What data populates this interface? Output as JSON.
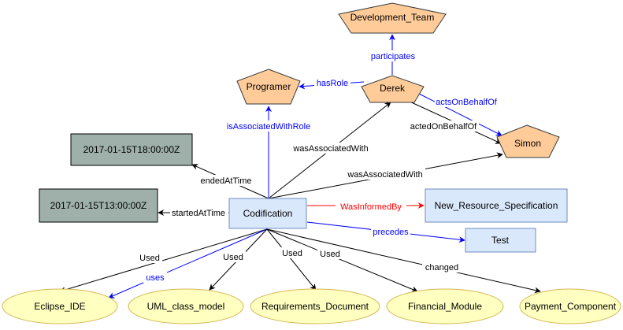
{
  "colors": {
    "agent_fill": "#ffcc99",
    "agent_stroke": "#36393d",
    "activity_fill": "#dae8fc",
    "activity_stroke": "#6c8ebf",
    "entity_fill": "#ffffc0",
    "entity_stroke": "#d6b656",
    "timestamp_fill": "#9eb0a9",
    "timestamp_stroke": "#000000",
    "edge_black": "#000000",
    "edge_blue": "#0000ff",
    "edge_red": "#ff0000"
  },
  "nodes": {
    "development_team": "Development_Team",
    "programer": "Programer",
    "derek": "Derek",
    "simon": "Simon",
    "time_end": "2017-01-15T18:00:00Z",
    "time_start": "2017-01-15T13:00:00Z",
    "codification": "Codification",
    "new_resource_specification": "New_Resource_Specification",
    "test": "Test",
    "eclipse_ide": "Eclipse_IDE",
    "uml_class_model": "UML_class_model",
    "requirements_document": "Requirements_Document",
    "financial_module": "Financial_Module",
    "payment_component": "Payment_Component"
  },
  "edges": {
    "participates": "participates",
    "has_role": "hasRole",
    "acts_on_behalf_of": "actsOnBehalfOf",
    "acted_on_behalf_of": "actedOnBehalfOf",
    "is_associated_with_role": "isAssociatedWithRole",
    "was_associated_with_derek": "wasAssociatedWith",
    "was_associated_with_simon": "wasAssociatedWith",
    "ended_at_time": "endedAtTime",
    "started_at_time": "startedAtTime",
    "was_informed_by": "WasInformedBy",
    "precedes": "precedes",
    "used_eclipse": "Used",
    "uses_eclipse": "uses",
    "used_uml": "Used",
    "used_requirements": "Used",
    "used_financial": "Used",
    "changed_payment": "changed"
  }
}
